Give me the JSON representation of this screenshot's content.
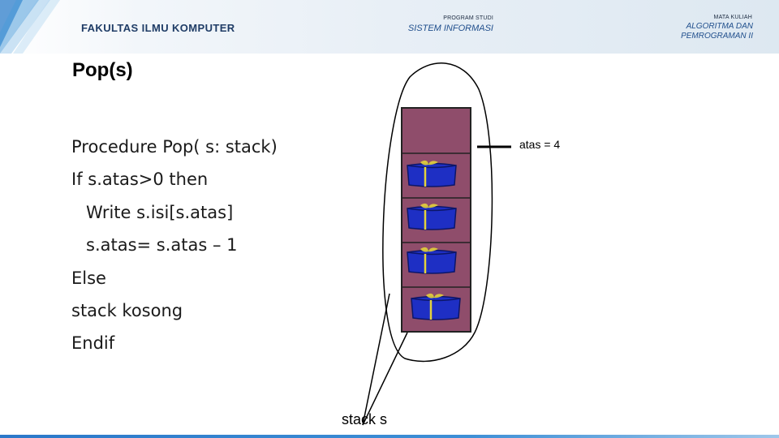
{
  "header": {
    "faculty": "FAKULTAS ILMU KOMPUTER",
    "program_label": "PROGRAM STUDI",
    "program_value": "SISTEM INFORMASI",
    "course_label": "MATA KULIAH",
    "course_value_line1": "ALGORITMA DAN",
    "course_value_line2": "PEMROGRAMAN II"
  },
  "slide": {
    "title": "Pop(s)",
    "code_lines": [
      "Procedure Pop( s: stack)",
      "If s.atas>0 then",
      "Write s.isi[s.atas]",
      "s.atas= s.atas – 1",
      "Else",
      "stack kosong",
      "Endif"
    ]
  },
  "diagram": {
    "pointer_label": "atas = 4",
    "stack_label": "stack s",
    "slot_count": 5,
    "filled_slots": 4,
    "colors": {
      "stack_fill": "#8f4d6b",
      "box_fill": "#1e2fc4",
      "ribbon": "#e3d23c"
    }
  }
}
